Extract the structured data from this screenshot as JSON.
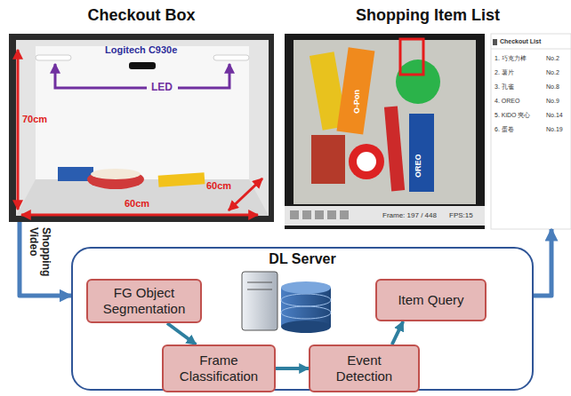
{
  "diagram": {
    "nodes": [
      {
        "text": [
          "Checkout Box"
        ]
      },
      {
        "text": [
          "Shopping Item List"
        ]
      },
      {
        "text": [
          "DL Server"
        ]
      },
      {
        "text": [
          "FG Object Segmentation"
        ],
        "in": 2
      },
      {
        "text": [
          "Frame Classification"
        ],
        "in": 2
      },
      {
        "text": [
          "Event Detection"
        ],
        "in": 2
      },
      {
        "text": [
          "Item Query"
        ],
        "in": 2
      }
    ],
    "edges": [
      {
        "from": 0,
        "to": 2,
        "label": "Shopping Video",
        "arrow": "to"
      },
      {
        "from": 2,
        "to": 1,
        "arrow": "to"
      },
      {
        "from": 3,
        "to": 4,
        "arrow": "to"
      },
      {
        "from": 4,
        "to": 5,
        "arrow": "to"
      },
      {
        "from": 5,
        "to": 6,
        "arrow": "to"
      }
    ],
    "labels": [
      "Logitech C930e",
      "LED",
      "70cm",
      "60cm",
      "60cm",
      "O-Pon",
      "OREO",
      "Frame: 197 / 448",
      "FPS:15",
      "Checkout List",
      "1. 巧克力棒",
      "No.2",
      "2. 薯片",
      "No.2",
      "3. 孔雀",
      "No.8",
      "4. OREO",
      "No.9",
      "5. KiDO 夾心",
      "No.14",
      "6. 蛋卷",
      "No.19"
    ]
  }
}
